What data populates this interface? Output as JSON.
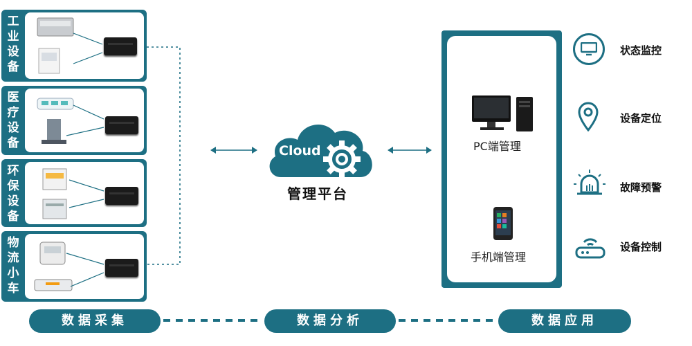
{
  "sources": {
    "groups": [
      {
        "label": "工业设备"
      },
      {
        "label": "医疗设备"
      },
      {
        "label": "环保设备"
      },
      {
        "label": "物流小车"
      }
    ]
  },
  "center": {
    "cloud_text": "Cloud",
    "platform_label": "管理平台"
  },
  "apps": {
    "pc_label": "PC端管理",
    "mobile_label": "手机端管理"
  },
  "features": [
    {
      "label": "状态监控",
      "icon": "monitor-icon"
    },
    {
      "label": "设备定位",
      "icon": "location-pin-icon"
    },
    {
      "label": "故障预警",
      "icon": "alarm-light-icon"
    },
    {
      "label": "设备控制",
      "icon": "router-icon"
    }
  ],
  "pipeline": {
    "steps": [
      {
        "label": "数据采集"
      },
      {
        "label": "数据分析"
      },
      {
        "label": "数据应用"
      }
    ]
  },
  "colors": {
    "accent": "#1d6f83"
  }
}
